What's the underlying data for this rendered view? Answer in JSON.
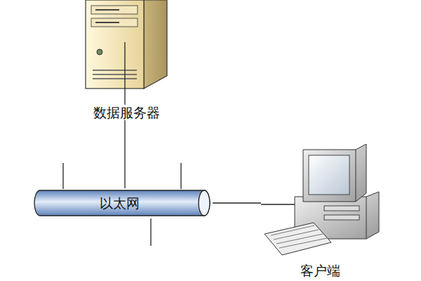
{
  "diagram": {
    "nodes": [
      {
        "text": [
          "数据服务器"
        ]
      },
      {
        "text": [
          "以太网"
        ]
      },
      {
        "text": [
          "客户端"
        ]
      }
    ],
    "edges": [
      {
        "from": 0,
        "to": 1,
        "arrow": "none"
      },
      {
        "from": 1,
        "to": 2,
        "arrow": "none"
      }
    ]
  }
}
